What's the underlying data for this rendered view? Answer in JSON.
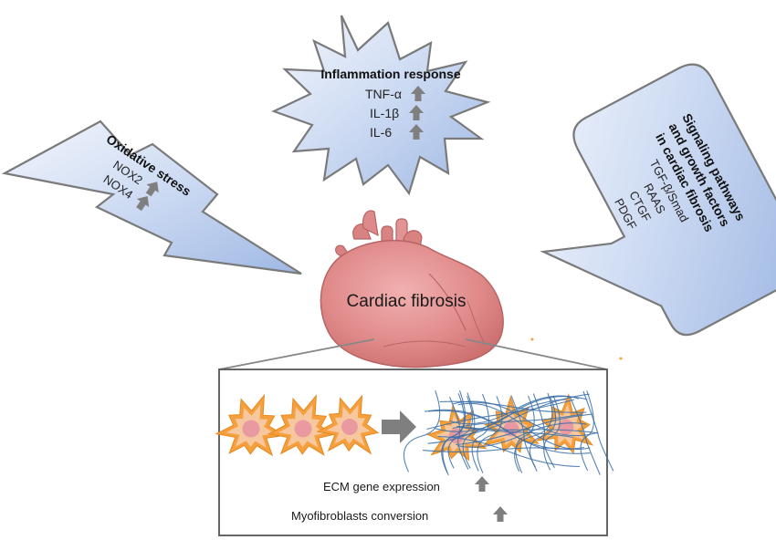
{
  "inflammation": {
    "title": "Inflammation response",
    "items": [
      "TNF-α",
      "IL-1β",
      "IL-6"
    ]
  },
  "oxidative": {
    "title": "Oxidative stress",
    "items": [
      "NOX2",
      "NOX4"
    ]
  },
  "signaling": {
    "title_lines": [
      "Signaling pathways",
      "and growth factors",
      "in cardiac fibrosis"
    ],
    "items": [
      "TGF-β/Smad",
      "RAAS",
      "CTGF",
      "PDGF"
    ]
  },
  "heart": {
    "label": "Cardiac fibrosis"
  },
  "detail": {
    "ecm_label": "ECM gene expression",
    "myo_label": "Myofibroblasts  conversion"
  },
  "colors": {
    "shape_light": "#eef2fb",
    "shape_blue": "#a4bde6",
    "outline": "#7a7a7a",
    "arrow": "#7f7f7f",
    "heart": "#e08a8a",
    "cell_orange": "#f5a03c",
    "cell_inner": "#f7c8a0",
    "nucleus": "#e89aa0",
    "fiber": "#3a6ea8"
  }
}
